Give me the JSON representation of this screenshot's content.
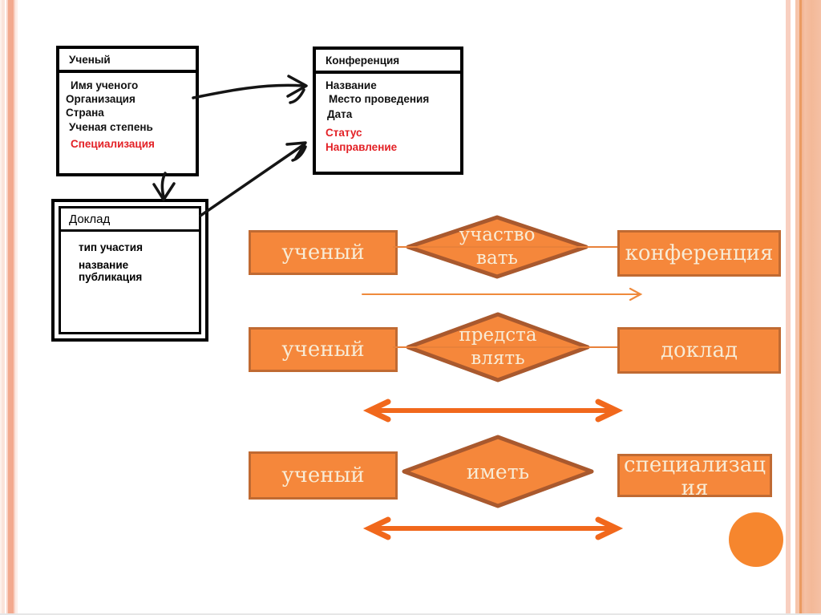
{
  "slide": {
    "uml_entities": {
      "scientist": {
        "title": "Ученый",
        "attrs": [
          "Имя ученого",
          "Организация",
          "Страна",
          "Ученая степень",
          "Специализация"
        ],
        "attr_colors": [
          "black",
          "black",
          "black",
          "black",
          "red"
        ]
      },
      "conference": {
        "title": "Конференция",
        "attrs": [
          "Название",
          "Место проведения",
          "Дата",
          "Статус",
          "Направление"
        ],
        "attr_colors": [
          "black",
          "black",
          "black",
          "red",
          "red"
        ]
      },
      "report": {
        "title": "Доклад",
        "attrs": [
          "тип участия",
          "название",
          "публикация"
        ],
        "attr_colors": [
          "black",
          "black",
          "black"
        ]
      }
    },
    "er": {
      "rows": [
        {
          "left": "ученый",
          "relation": "участво\nвать",
          "right": "конференция",
          "arrow": "right"
        },
        {
          "left": "ученый",
          "relation": "предста\nвлять",
          "right": "доклад",
          "arrow": "both"
        },
        {
          "left": "ученый",
          "relation": "иметь",
          "right": "специализац\nия",
          "arrow": "both"
        }
      ]
    },
    "decor": {
      "circle_shape": "orange-circle"
    },
    "colors": {
      "shape_fill": "#f5873b",
      "shape_border": "#c06a32",
      "diamond_border": "#a9592e",
      "thick_arrow": "#f1681c",
      "thin_arrow": "#ef8a3c",
      "attr_red": "#e32126",
      "stripe_salmon": "#f3a98e",
      "stripe_peach": "#f5c0a4"
    }
  }
}
